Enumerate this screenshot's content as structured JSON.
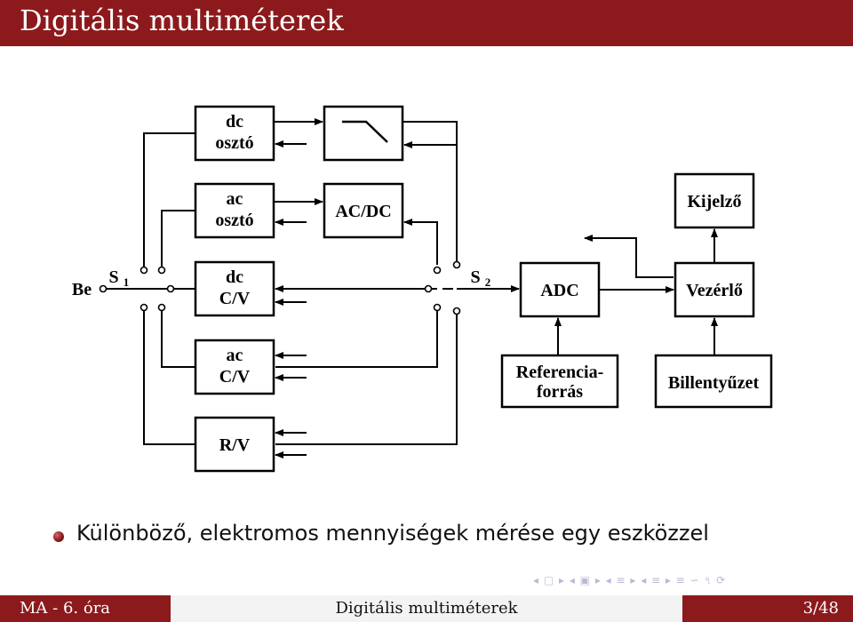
{
  "slide": {
    "title": "Digitális multiméterek"
  },
  "diagram": {
    "labels": {
      "be": "Be",
      "s1": "S",
      "s1_sub": "1",
      "s2": "S",
      "s2_sub": "2",
      "dc_oszto_1": "dc",
      "dc_oszto_2": "osztó",
      "filter_icon": "lowpass-filter-icon",
      "ac_oszto_1": "ac",
      "ac_oszto_2": "osztó",
      "acdc": "AC/DC",
      "dc_cv_1": "dc",
      "dc_cv_2": "C/V",
      "ac_cv_1": "ac",
      "ac_cv_2": "C/V",
      "rv": "R/V",
      "adc": "ADC",
      "kijelzo": "Kijelző",
      "vezerlo": "Vezérlő",
      "ref_1": "Referencia-",
      "ref_2": "forrás",
      "billentyuzet": "Billentyűzet"
    }
  },
  "bullet": {
    "text": "Különböző, elektromos mennyiségek mérése egy eszközzel"
  },
  "nav": {
    "symbols": "◂ ▢ ▸ ◂ ▣ ▸ ◂ ≡ ▸ ◂ ≡ ▸ ≡ ∽ ৭ ⟳"
  },
  "footer": {
    "left": "MA - 6. óra",
    "center": "Digitális multiméterek",
    "right": "3/48"
  },
  "colors": {
    "accent": "#8c1a1c",
    "footer_mid_bg": "#f3f3f3"
  }
}
